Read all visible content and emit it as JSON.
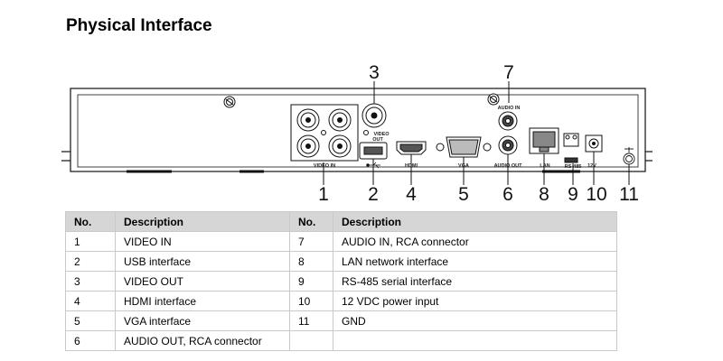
{
  "page": {
    "title": "Physical Interface"
  },
  "panel": {
    "callouts": [
      "1",
      "2",
      "3",
      "4",
      "5",
      "6",
      "7",
      "8",
      "9",
      "10",
      "11"
    ],
    "port_labels": {
      "video_in": "VIDEO IN",
      "video_out_1": "VIDEO",
      "video_out_2": "OUT",
      "hdmi": "HDMI",
      "vga": "VGA",
      "audio_in": "AUDIO IN",
      "audio_out": "AUDIO OUT",
      "lan": "LAN",
      "rs485": "RS-485",
      "power": "12V"
    }
  },
  "table": {
    "headers": [
      "No.",
      "Description",
      "No.",
      "Description"
    ],
    "rows": [
      {
        "no1": "1",
        "desc1": "VIDEO IN",
        "no2": "7",
        "desc2": "AUDIO IN, RCA connector"
      },
      {
        "no1": "2",
        "desc1": "USB interface",
        "no2": "8",
        "desc2": "LAN network interface"
      },
      {
        "no1": "3",
        "desc1": "VIDEO OUT",
        "no2": "9",
        "desc2": "RS-485 serial interface"
      },
      {
        "no1": "4",
        "desc1": "HDMI interface",
        "no2": "10",
        "desc2": "12 VDC power input"
      },
      {
        "no1": "5",
        "desc1": "VGA interface",
        "no2": "11",
        "desc2": "GND"
      },
      {
        "no1": "6",
        "desc1": "AUDIO OUT, RCA connector",
        "no2": "",
        "desc2": ""
      }
    ]
  }
}
